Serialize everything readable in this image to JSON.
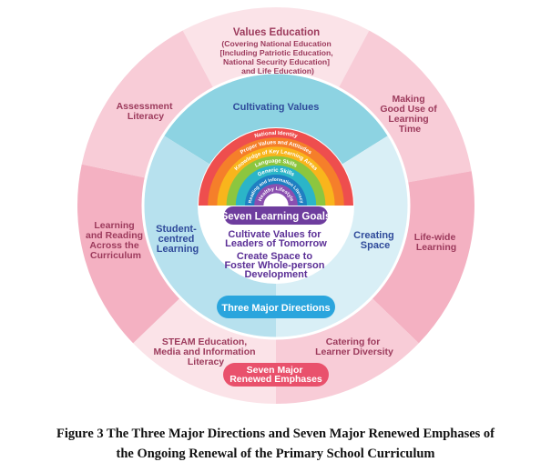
{
  "figure": {
    "caption_line1": "Figure 3  The Three Major Directions and Seven Major Renewed Emphases of",
    "caption_line2": "the Ongoing Renewal of the Primary School Curriculum"
  },
  "colors": {
    "outer_light": "#fbe3e8",
    "outer_mid": "#f8ccd7",
    "outer_dark": "#f4b1c2",
    "emphasis_text": "#9c3a5c",
    "direction_dark": "#8dd3e2",
    "direction_mid": "#b7e1ee",
    "direction_light": "#d9eff6",
    "direction_text": "#2f4a9a",
    "goals_text": "#5b2f96",
    "goals_badge": "#6e3d9e",
    "directions_badge": "#2aa5dd",
    "emphases_badge": "#e9516c"
  },
  "emphases": {
    "items": [
      {
        "lines": [
          "Values Education",
          "(Covering National Education",
          "[Including Patriotic Education,",
          "National Security Education]",
          "and Life Education)"
        ]
      },
      {
        "lines": [
          "Making",
          "Good Use of",
          "Learning",
          "Time"
        ]
      },
      {
        "lines": [
          "Life-wide",
          "Learning"
        ]
      },
      {
        "lines": [
          "Catering for",
          "Learner Diversity"
        ]
      },
      {
        "lines": [
          "STEAM Education,",
          "Media and Information",
          "Literacy"
        ]
      },
      {
        "lines": [
          "Learning",
          "and Reading",
          "Across the",
          "Curriculum"
        ]
      },
      {
        "lines": [
          "Assessment",
          "Literacy"
        ]
      }
    ],
    "badge_lines": [
      "Seven Major",
      "Renewed Emphases"
    ]
  },
  "directions": {
    "items": [
      {
        "lines": [
          "Cultivating Values"
        ]
      },
      {
        "lines": [
          "Creating",
          "Space"
        ]
      },
      {
        "lines": [
          "Student-",
          "centred",
          "Learning"
        ]
      }
    ],
    "badge": "Three Major Directions"
  },
  "goals": {
    "rainbow": [
      {
        "label": "National Identity",
        "color": "#ee4e4e"
      },
      {
        "label": "Proper Values and Attitudes",
        "color": "#f57f2a"
      },
      {
        "label": "Knowledge of Key Learning Areas",
        "color": "#f9b51c"
      },
      {
        "label": "Language Skills",
        "color": "#8cc63f"
      },
      {
        "label": "Generic Skills",
        "color": "#2bb5c8"
      },
      {
        "label": "Reading and Information Literacy",
        "color": "#1f7fc2"
      },
      {
        "label": "Healthy Lifestyle",
        "color": "#8a4fb0"
      }
    ],
    "badge": "Seven Learning Goals",
    "statement1": [
      "Cultivate Values for",
      "Leaders of Tomorrow"
    ],
    "statement2": [
      "Create Space to",
      "Foster Whole-person",
      "Development"
    ]
  }
}
